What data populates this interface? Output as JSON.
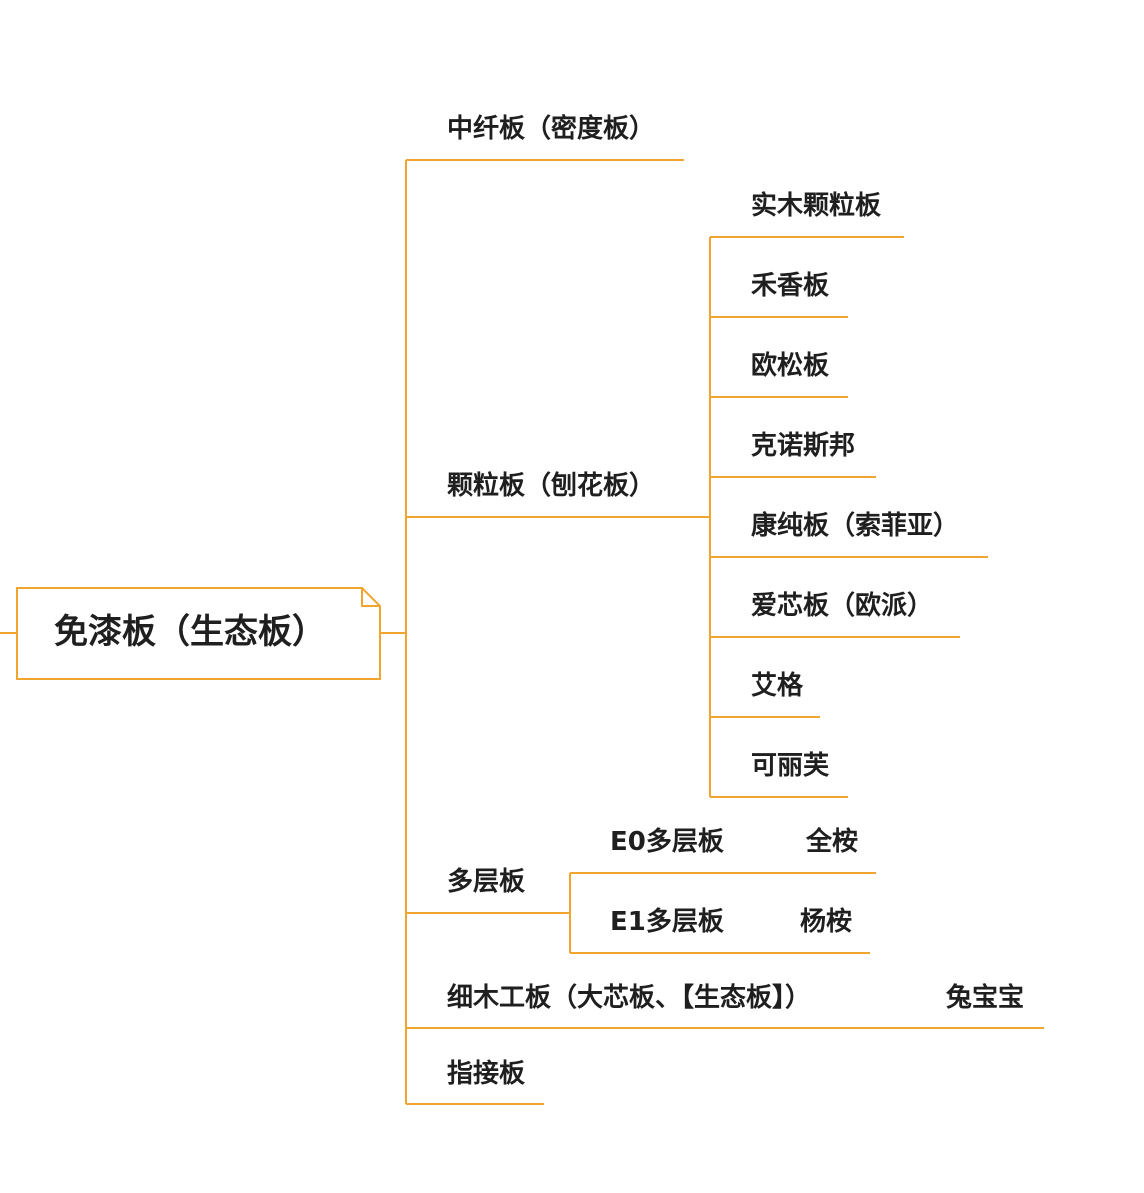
{
  "colors": {
    "line": "#f0a530",
    "text": "#1f1f1f",
    "background": "#ffffff"
  },
  "root": {
    "label": "免漆板（生态板）"
  },
  "branches": {
    "mdf": {
      "label": "中纤板（密度板）"
    },
    "particle": {
      "label": "颗粒板（刨花板）",
      "children": [
        "实木颗粒板",
        "禾香板",
        "欧松板",
        "克诺斯邦",
        "康纯板（索菲亚）",
        "爱芯板（欧派）",
        "艾格",
        "可丽芙"
      ]
    },
    "plywood": {
      "label": "多层板",
      "children": [
        {
          "label": "E0多层板",
          "child": "全桉"
        },
        {
          "label": "E1多层板",
          "child": "杨桉"
        }
      ]
    },
    "blockboard": {
      "label": "细木工板（大芯板、【生态板】）",
      "child": "兔宝宝"
    },
    "fingerjoint": {
      "label": "指接板"
    }
  }
}
